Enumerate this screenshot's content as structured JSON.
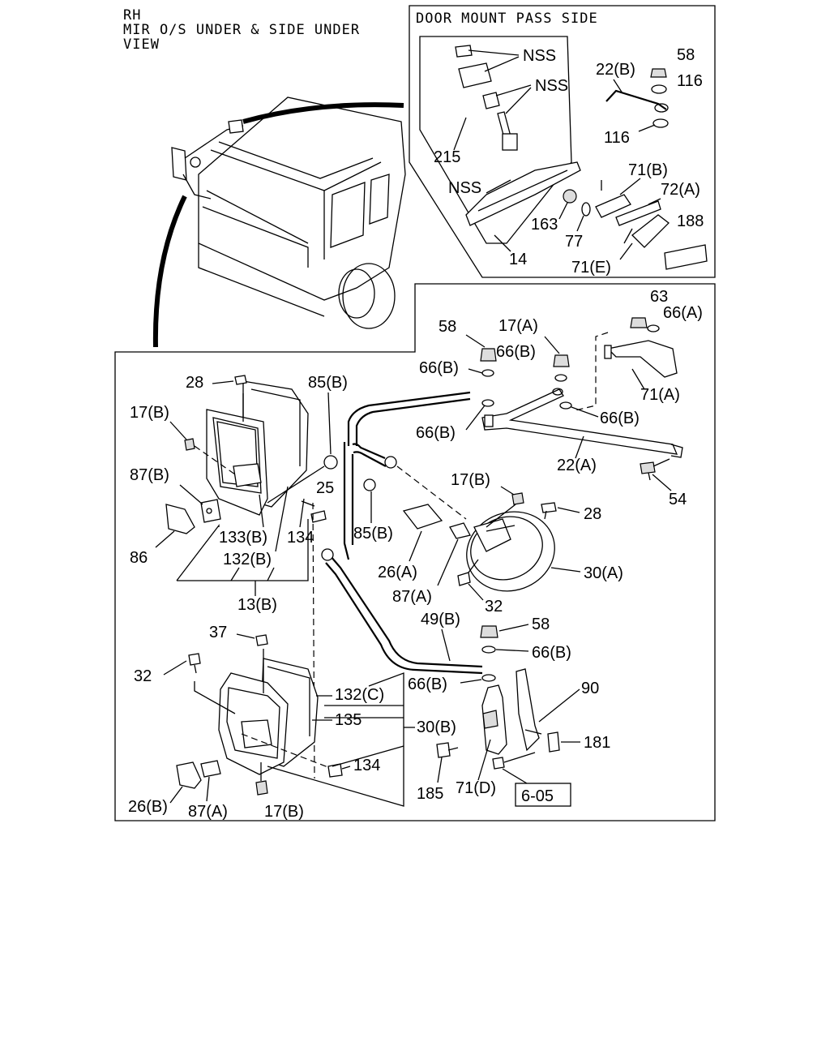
{
  "header": {
    "line1": "RH",
    "line2": "MIR O/S UNDER & SIDE UNDER",
    "line3": "VIEW"
  },
  "inset_title": "DOOR MOUNT PASS SIDE",
  "page_ref": "6-05",
  "callouts": {
    "nss_1": "NSS",
    "nss_2": "NSS",
    "nss_3": "NSS",
    "c215": "215",
    "c14": "14",
    "c163": "163",
    "c77": "77",
    "c22b": "22(B)",
    "c58_top": "58",
    "c116_a": "116",
    "c116_b": "116",
    "c71b": "71(B)",
    "c72a": "72(A)",
    "c188": "188",
    "c71e": "71(E)",
    "c63": "63",
    "c66a": "66(A)",
    "c58_b": "58",
    "c17a": "17(A)",
    "c66b_1": "66(B)",
    "c66b_2": "66(B)",
    "c66b_3": "66(B)",
    "c66b_4": "66(B)",
    "c71a": "71(A)",
    "c22a": "22(A)",
    "c54": "54",
    "c28_a": "28",
    "c85b_a": "85(B)",
    "c17b_a": "17(B)",
    "c87b": "87(B)",
    "c25": "25",
    "c86": "86",
    "c133b": "133(B)",
    "c134_a": "134",
    "c132b": "132(B)",
    "c13b": "13(B)",
    "c85b_b": "85(B)",
    "c17b_b": "17(B)",
    "c28_b": "28",
    "c26a": "26(A)",
    "c87a_a": "87(A)",
    "c30a": "30(A)",
    "c32_a": "32",
    "c49b": "49(B)",
    "c58_c": "58",
    "c66b_5": "66(B)",
    "c37": "37",
    "c32_b": "32",
    "c132c": "132(C)",
    "c135": "135",
    "c30b": "30(B)",
    "c134_b": "134",
    "c66b_6": "66(B)",
    "c90": "90",
    "c181": "181",
    "c185": "185",
    "c71d": "71(D)",
    "c26b": "26(B)",
    "c87a_b": "87(A)",
    "c17b_c": "17(B)"
  }
}
